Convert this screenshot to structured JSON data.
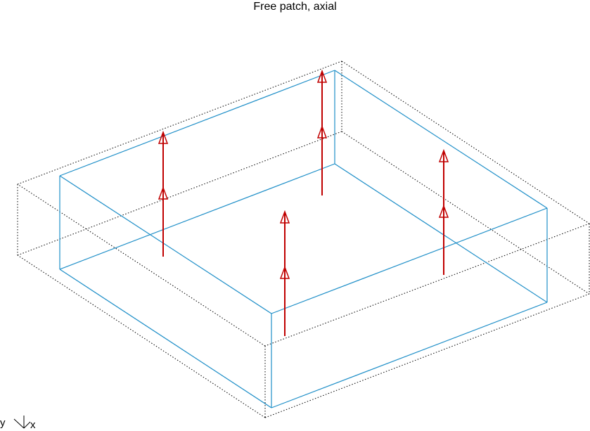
{
  "title": "Free patch, axial",
  "colors": {
    "outline": "#000000",
    "patch": "#1f8fc8",
    "arrow": "#c00000"
  },
  "triad": {
    "y_label": "y",
    "x_label": "x"
  }
}
